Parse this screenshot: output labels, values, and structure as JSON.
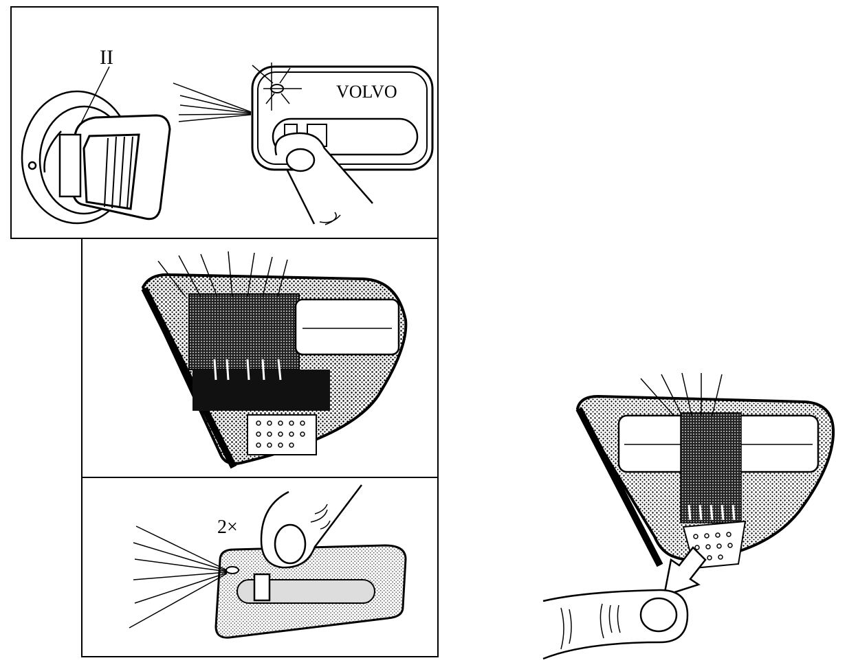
{
  "panels": {
    "panel1": {
      "ignition_position": "II",
      "brand": "VOLVO"
    },
    "panel3": {
      "press_count": "2×"
    }
  },
  "colors": {
    "ink": "#000000",
    "paper": "#ffffff",
    "stipple": "#7a7a7a"
  }
}
